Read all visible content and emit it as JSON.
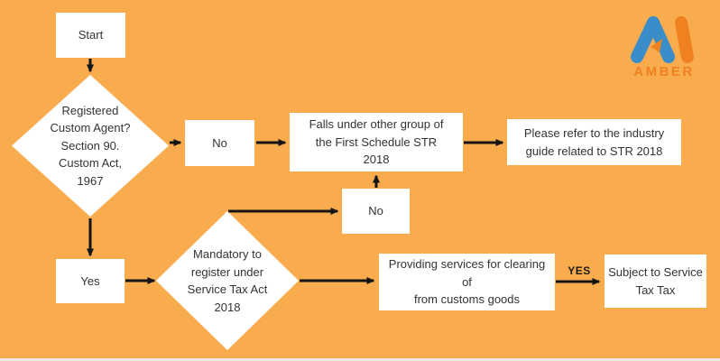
{
  "page": {
    "background_color": "#F9AC4D",
    "arrow_color": "#151515",
    "node_fill": "#FFFFFF",
    "text_color": "#333333"
  },
  "logo": {
    "brand": "AMBER",
    "blue": "#3B8DC9",
    "orange": "#F08121",
    "mark_icon": "amber-m-monogram"
  },
  "nodes": {
    "start": "Start",
    "registered_decision": "Registered\nCustom Agent?\nSection 90.\nCustom Act,\n1967",
    "no_top": "No",
    "falls_under": "Falls under other group of\nthe First Schedule STR\n2018",
    "refer_guide": "Please refer to the industry\nguide related to STR 2018",
    "no_mid": "No",
    "yes": "Yes",
    "mandatory_decision": "Mandatory to\nregister under\nService Tax Act\n2018",
    "providing_services": "Providing services for clearing\nof\nfrom customs goods",
    "subject_to_tax": "Subject to Service\nTax Tax"
  },
  "edge_labels": {
    "yes_to_subject": "YES"
  }
}
